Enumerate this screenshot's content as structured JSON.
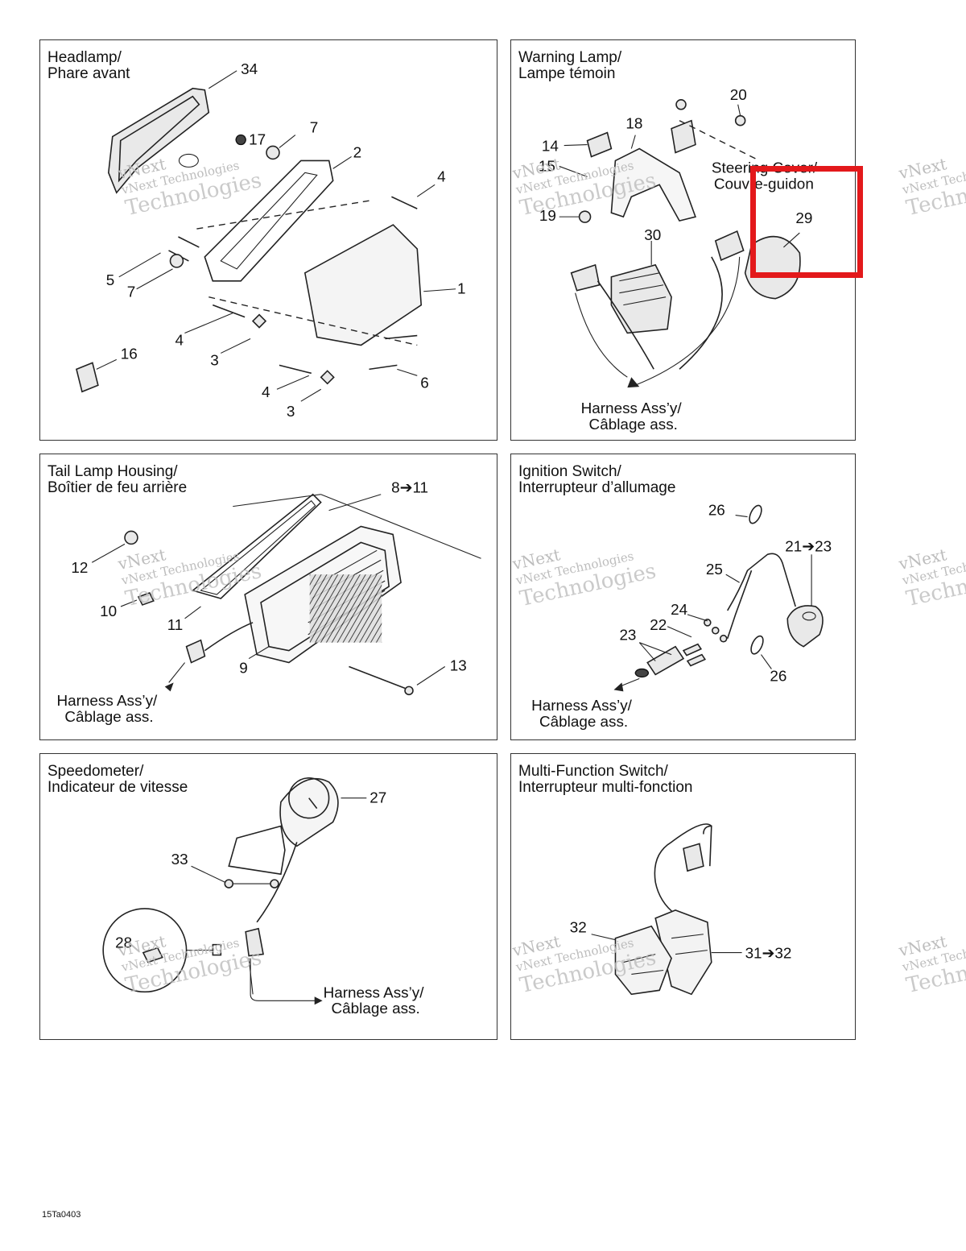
{
  "panels": {
    "headlamp": {
      "title_en": "Headlamp/",
      "title_fr": "Phare avant",
      "labels": {
        "p34": "34",
        "p17": "17",
        "p7a": "7",
        "p2": "2",
        "p4a": "4",
        "p5": "5",
        "p7b": "7",
        "p1": "1",
        "p4b": "4",
        "p3a": "3",
        "p16": "16",
        "p6": "6",
        "p4c": "4",
        "p3b": "3"
      }
    },
    "warning_lamp": {
      "title_en": "Warning Lamp/",
      "title_fr": "Lampe témoin",
      "labels": {
        "p20": "20",
        "p18": "18",
        "p14": "14",
        "p15": "15",
        "p19": "19",
        "p30": "30",
        "p29": "29"
      },
      "callout_en": "Steering Cover/",
      "callout_fr": "Couvre-guidon",
      "harness_en": "Harness Ass’y/",
      "harness_fr": "Câblage ass."
    },
    "tail_lamp": {
      "title_en": "Tail Lamp Housing/",
      "title_fr": "Boîtier de feu arrière",
      "labels": {
        "p8_11": "8➔11",
        "p12": "12",
        "p10": "10",
        "p11": "11",
        "p9": "9",
        "p13": "13"
      },
      "harness_en": "Harness Ass’y/",
      "harness_fr": "Câblage ass."
    },
    "ignition": {
      "title_en": "Ignition Switch/",
      "title_fr": "Interrupteur d’allumage",
      "labels": {
        "p26a": "26",
        "p25": "25",
        "p21_23": "21➔23",
        "p24": "24",
        "p22": "22",
        "p23": "23",
        "p26b": "26"
      },
      "harness_en": "Harness Ass’y/",
      "harness_fr": "Câblage ass."
    },
    "speedometer": {
      "title_en": "Speedometer/",
      "title_fr": "Indicateur de vitesse",
      "labels": {
        "p27": "27",
        "p33": "33",
        "p28": "28"
      },
      "harness_en": "Harness Ass’y/",
      "harness_fr": "Câblage ass."
    },
    "multifunction": {
      "title_en": "Multi-Function Switch/",
      "title_fr": "Interrupteur multi-fonction",
      "labels": {
        "p32": "32",
        "p31_32": "31➔32"
      }
    }
  },
  "watermark": {
    "line1": "vNext",
    "line2": "vNext Technologies",
    "line3": "Technologies"
  },
  "figure_code": "15Ta0403",
  "highlight_color": "#e3191b"
}
